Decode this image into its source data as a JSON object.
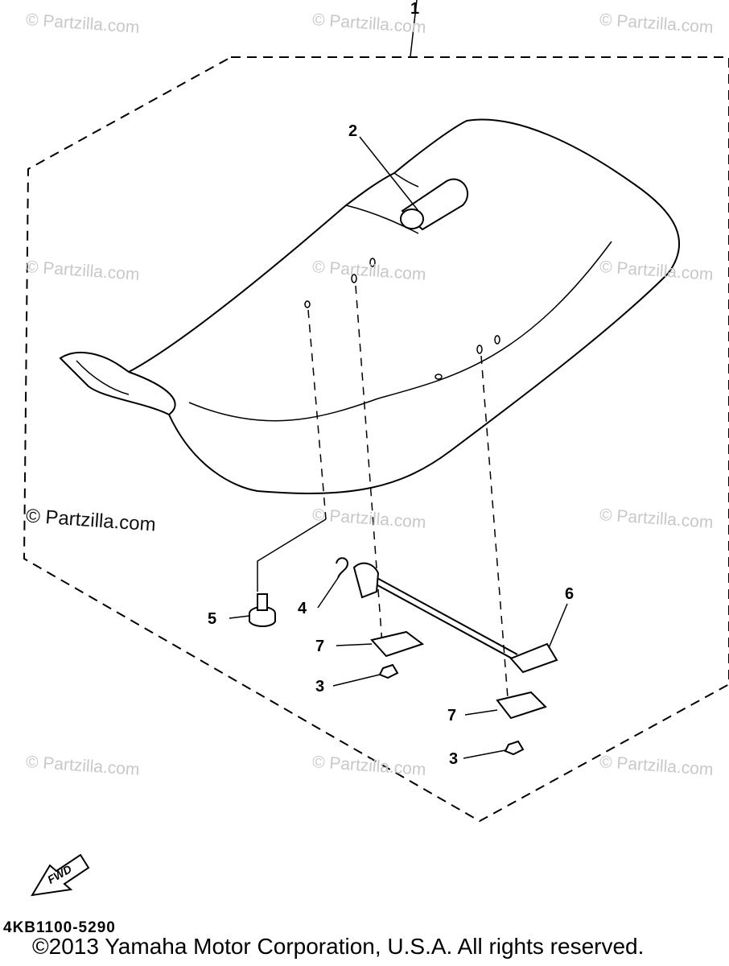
{
  "watermarks": [
    "© Partzilla.com",
    "© Partzilla.com",
    "© Partzilla.com",
    "© Partzilla.com",
    "© Partzilla.com",
    "© Partzilla.com",
    "© Partzilla.com",
    "© Partzilla.com",
    "© Partzilla.com",
    "© Partzilla.com",
    "© Partzilla.com",
    "© Partzilla.com"
  ],
  "callouts": {
    "c1": "1",
    "c2": "2",
    "c3a": "3",
    "c3b": "3",
    "c4": "4",
    "c5": "5",
    "c6": "6",
    "c7a": "7",
    "c7b": "7"
  },
  "fwd_label": "FWD",
  "diagram_code": "4KB1100-5290",
  "copyright": "©2013 Yamaha Motor Corporation, U.S.A. All rights reserved."
}
